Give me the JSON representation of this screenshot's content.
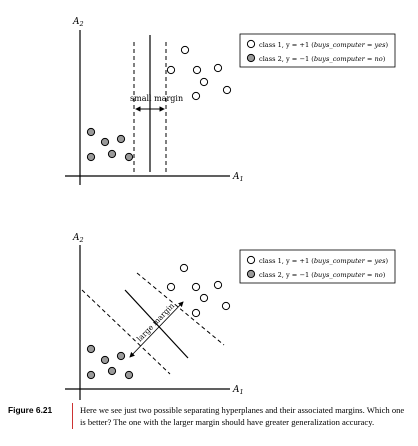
{
  "top": {
    "axis_x": "A",
    "axis_x_sub": "1",
    "axis_y": "A",
    "axis_y_sub": "2",
    "legend": [
      {
        "pre": "class 1, y = +1 (",
        "italic": "buys_computer = yes",
        "post": ")",
        "fill": "#ffffff"
      },
      {
        "pre": "class 2, y = −1 (",
        "italic": "buys_computer = no",
        "post": ")",
        "fill": "#9a9a9a"
      }
    ],
    "margin_label": "small margin"
  },
  "bottom": {
    "axis_x": "A",
    "axis_x_sub": "1",
    "axis_y": "A",
    "axis_y_sub": "2",
    "legend": [
      {
        "pre": "class 1, y = +1 (",
        "italic": "buys_computer = yes",
        "post": ")",
        "fill": "#ffffff"
      },
      {
        "pre": "class 2, y = −1 (",
        "italic": "buys_computer = no",
        "post": ")",
        "fill": "#9a9a9a"
      }
    ],
    "margin_label": "large margin"
  },
  "caption": {
    "label": "Figure 6.21",
    "text": "Here we see just two possible separating hyperplanes and their associated margins. Which one is better? The one with the larger margin should have greater generalization accuracy."
  },
  "colors": {
    "class1_fill": "#ffffff",
    "class2_fill": "#9a9a9a",
    "caption_rule": "#cc3333"
  }
}
